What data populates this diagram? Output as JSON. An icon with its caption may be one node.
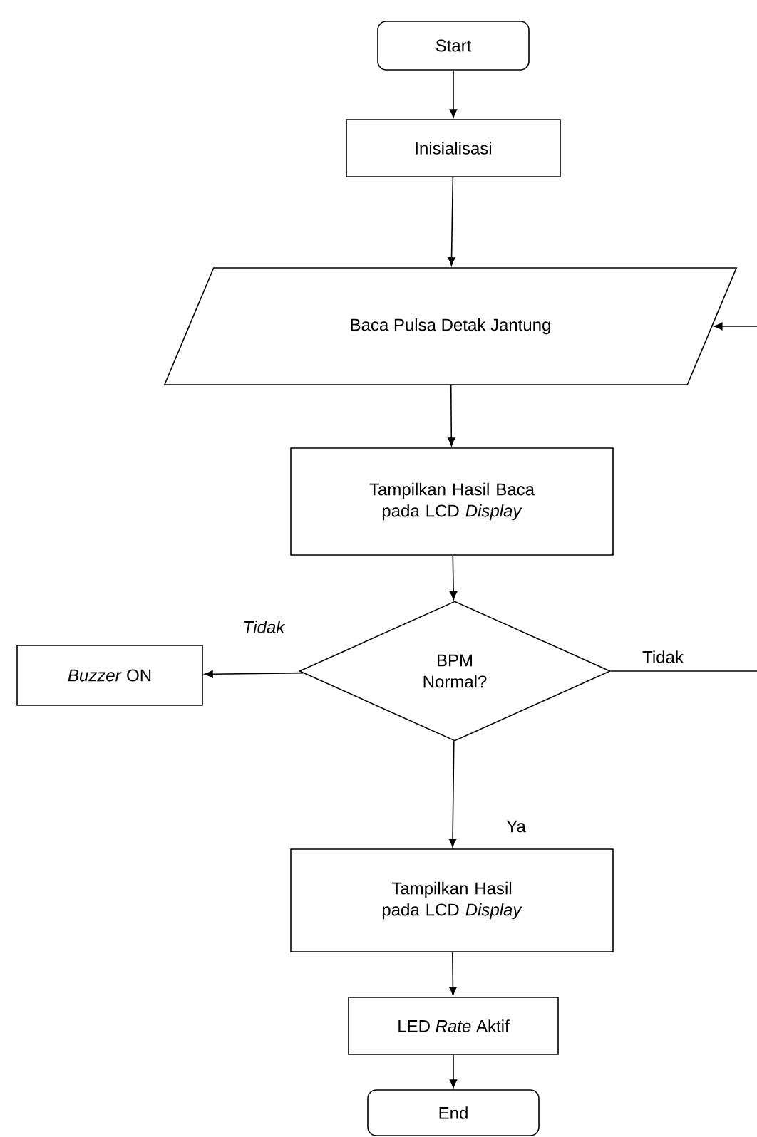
{
  "diagram": {
    "nodes": [
      {
        "text": [
          "Start"
        ]
      },
      {
        "text": [
          "Inisialisasi"
        ]
      },
      {
        "text": [
          "Baca Pulsa Detak Jantung"
        ]
      },
      {
        "text": [
          "Tampilkan Hasil Baca pada LCD *Display*"
        ]
      },
      {
        "text": [
          "BPM Normal?"
        ]
      },
      {
        "text": [
          "*Buzzer* ON"
        ]
      },
      {
        "text": [
          "Tampilkan Hasil pada LCD *Display*"
        ]
      },
      {
        "text": [
          "LED *Rate* Aktif"
        ]
      },
      {
        "text": [
          "End"
        ]
      }
    ],
    "edges": [
      {
        "from": 0,
        "to": 1,
        "arrow": "to"
      },
      {
        "from": 1,
        "to": 2,
        "arrow": "to"
      },
      {
        "from": 2,
        "to": 3,
        "arrow": "to"
      },
      {
        "from": 3,
        "to": 4,
        "arrow": "to"
      },
      {
        "from": 4,
        "to": 5,
        "arrow": "to",
        "label": "Tidak"
      },
      {
        "from": 4,
        "to": 6,
        "arrow": "to",
        "label": "Ya"
      },
      {
        "from": 6,
        "to": 7,
        "arrow": "to"
      },
      {
        "from": 7,
        "to": 8,
        "arrow": "to"
      },
      {
        "from": 4,
        "to": null,
        "arrow": "none",
        "label": "Tidak"
      },
      {
        "from": null,
        "to": 2,
        "arrow": "to"
      }
    ]
  }
}
